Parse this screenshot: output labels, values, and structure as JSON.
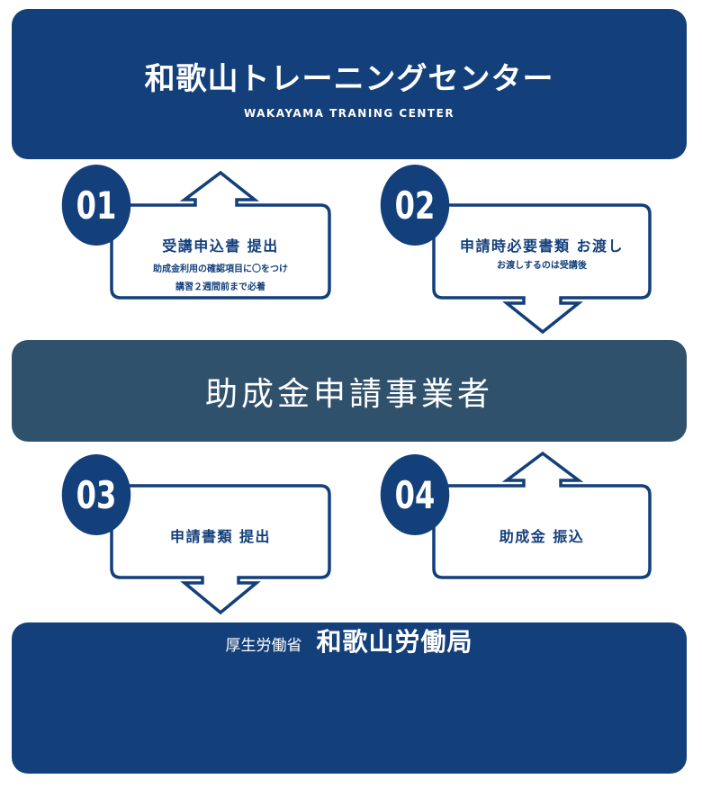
{
  "header": {
    "title": "和歌山トレーニングセンター",
    "subtitle": "WAKAYAMA TRANING CENTER"
  },
  "middle": {
    "title": "助成金申請事業者"
  },
  "footer": {
    "ministry": "厚生労働省",
    "bureau": "和歌山労働局"
  },
  "steps": [
    {
      "number": "01",
      "title": "受講申込書 提出",
      "notes": [
        "助成金利用の確認項目に〇をつけ",
        "講習２週間前まで必着"
      ],
      "arrow": "up"
    },
    {
      "number": "02",
      "title": "申請時必要書類 お渡し",
      "notes": [
        "お渡しするのは受講後"
      ],
      "arrow": "down"
    },
    {
      "number": "03",
      "title": "申請書類 提出",
      "notes": [],
      "arrow": "down"
    },
    {
      "number": "04",
      "title": "助成金 振込",
      "notes": [],
      "arrow": "up"
    }
  ],
  "colors": {
    "navy": "#133f7b",
    "slate": "#30516c"
  }
}
